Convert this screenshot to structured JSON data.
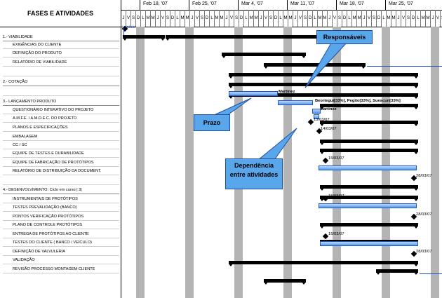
{
  "header": {
    "title": "FASES E ATIVIDADES"
  },
  "timeline": {
    "months": [
      "Feb 18, '07",
      "Feb 25, '07",
      "Mar 4, '07",
      "Mar 11, '07",
      "Mar 18, '07",
      "Mar 25, '07"
    ],
    "day_letters": [
      "J",
      "V",
      "S",
      "D",
      "L",
      "M",
      "M",
      "J",
      "V",
      "S",
      "D",
      "L",
      "M",
      "M",
      "J",
      "V",
      "S",
      "D",
      "L",
      "M",
      "M",
      "J",
      "V",
      "S",
      "D",
      "L",
      "M",
      "M",
      "J",
      "V",
      "S",
      "D",
      "L",
      "M",
      "M",
      "J",
      "V",
      "S",
      "D",
      "L",
      "M",
      "M",
      "J",
      "V",
      "S",
      "D",
      "L",
      "M",
      "M",
      "J",
      "V",
      "S",
      "D",
      "L",
      "M",
      "M",
      "J",
      "V",
      "S",
      "D",
      "L",
      "M",
      "M",
      "J",
      "V",
      "S"
    ]
  },
  "tasks": [
    {
      "label": "1.- VIABILIDADE",
      "kind": "phase"
    },
    {
      "label": "EXIGÊNCIAS DO CLIENTE",
      "kind": "sub"
    },
    {
      "label": "DEFINIÇÃO DO PRODUTO",
      "kind": "sub"
    },
    {
      "label": "RELATÓRIO DE VIABILIDADE",
      "kind": "sub"
    },
    {
      "label": "",
      "kind": "blank"
    },
    {
      "label": "2.- COTAÇÃO",
      "kind": "phase"
    },
    {
      "label": "",
      "kind": "blank"
    },
    {
      "label": "3.- LANÇAMENTO PRODUTO",
      "kind": "phase"
    },
    {
      "label": "QUESTIONÁRIO INTERATIVO DO PROJETO",
      "kind": "sub"
    },
    {
      "label": "A.M.F.E. / A.M.D.E.C. DO PROJETO",
      "kind": "sub"
    },
    {
      "label": "PLANOS E ESPECIFICAÇÕES",
      "kind": "sub"
    },
    {
      "label": "EMBALAGEM",
      "kind": "sub"
    },
    {
      "label": "CC / SC",
      "kind": "sub"
    },
    {
      "label": "EQUIPE DE TESTES E DURABILIDADE",
      "kind": "sub"
    },
    {
      "label": "EQUIPE DE FABRICAÇÃO DE PROTÓTIPOS",
      "kind": "sub"
    },
    {
      "label": "RELATÓRIO DE DISTRIBUIÇÃO DA DOCUMENT.",
      "kind": "sub"
    },
    {
      "label": "",
      "kind": "blank"
    },
    {
      "label": "4.- DESENVOLVIMENTO: Ciclo em curso | 3|",
      "kind": "phase"
    },
    {
      "label": "INSTRUMENTAIS DE PROTÓTIPOS",
      "kind": "sub"
    },
    {
      "label": "TESTES PREVALIDAÇÃO (BANCO)",
      "kind": "sub"
    },
    {
      "label": "PONTOS VERIFICAÇÃO PROTÓTIPOS",
      "kind": "sub"
    },
    {
      "label": "PLANO DE CONTROLE PROTÓTIPOS",
      "kind": "sub"
    },
    {
      "label": "ENTREGA DE PROTÓTIPOS AO CLIENTE",
      "kind": "sub"
    },
    {
      "label": "TESTES DO CLIENTE ( BANCO / VEÍCULO)",
      "kind": "sub"
    },
    {
      "label": "DEFINIÇÃO DE VALVULERIA",
      "kind": "sub"
    },
    {
      "label": "VALIDAÇÃO",
      "kind": "sub"
    },
    {
      "label": "REVISÃO PROCESSO MONTAGEM CLIENTE",
      "kind": "sub"
    }
  ],
  "bar_labels": {
    "inicio": "Início",
    "martinez1": "Martinez",
    "team": "Beortegui[33%], Pegito[33%], Suescun[33%]",
    "martinez2": "Martinez",
    "d1303": "13/03/07",
    "d1403": "14/03/07",
    "d1503a": "15/03/07",
    "d2803a": "28/03/07",
    "d1503b": "15/03/07",
    "d2803b": "28/03/07",
    "d1503c": "15/03/07",
    "d2803c": "28/03/07"
  },
  "callouts": {
    "responsaveis": "Responsáveis",
    "prazo": "Prazo",
    "dependencia": "Dependência entre atividades"
  },
  "colors": {
    "callout_fill": "#5aa6ea",
    "task_bar": "#5a9ae8",
    "weekend_shade": "#b4b4b4"
  }
}
